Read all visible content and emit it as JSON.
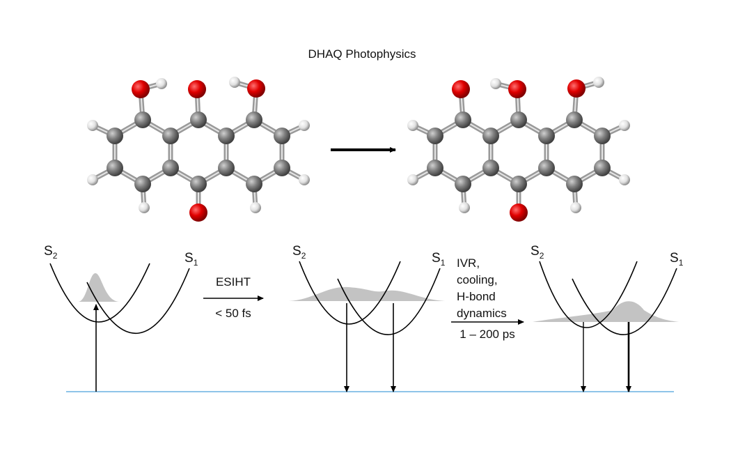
{
  "title": "DHAQ Photophysics",
  "states": {
    "s2": "S",
    "s2_sub": "2",
    "s1": "S",
    "s1_sub": "1"
  },
  "step1": {
    "label": "ESIHT",
    "time": "< 50 fs"
  },
  "step2": {
    "line1": "IVR,",
    "line2": "cooling,",
    "line3": "H-bond",
    "line4": "dynamics",
    "time": "1 – 200 ps"
  },
  "colors": {
    "oxygen": "#e00000",
    "carbon": "#808080",
    "hydrogen": "#e8e8e8",
    "ground": "#8ec4e8",
    "packet": "#b8b8b8"
  }
}
